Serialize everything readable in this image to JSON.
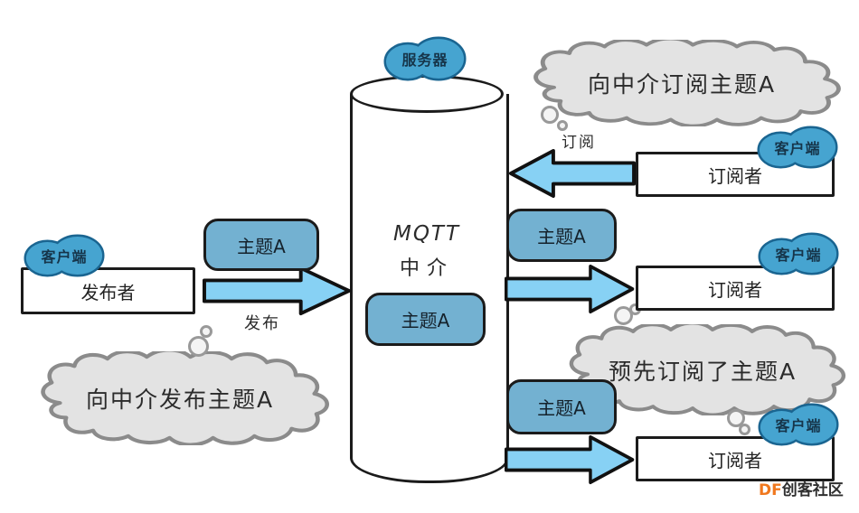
{
  "broker": {
    "server_badge": "服务器",
    "name_line1": "MQTT",
    "name_line2": "中介",
    "topic": "主题A"
  },
  "publisher": {
    "badge": "客户端",
    "label": "发布者",
    "topic": "主题A",
    "action_label": "发布",
    "thought": "向中介发布主题A"
  },
  "sub_top": {
    "badge": "客户端",
    "label": "订阅者",
    "action_label": "订阅",
    "thought": "向中介订阅主题A"
  },
  "sub_mid": {
    "badge": "客户端",
    "label": "订阅者",
    "topic": "主题A"
  },
  "sub_bottom": {
    "badge": "客户端",
    "label": "订阅者",
    "topic": "主题A",
    "thought": "预先订阅了主题A"
  },
  "watermark": {
    "prefix": "DF",
    "suffix": "创客社区"
  },
  "colors": {
    "badge_fill": "#46a4d0",
    "badge_border": "#1a6591",
    "topic_fill": "#73b1d1",
    "arrow_fill": "#87d1f4",
    "cloud_fill": "#e3e3e3",
    "cloud_border": "#8b8b8b",
    "outline": "#1b1b1b",
    "watermark_accent": "#f0781e"
  }
}
